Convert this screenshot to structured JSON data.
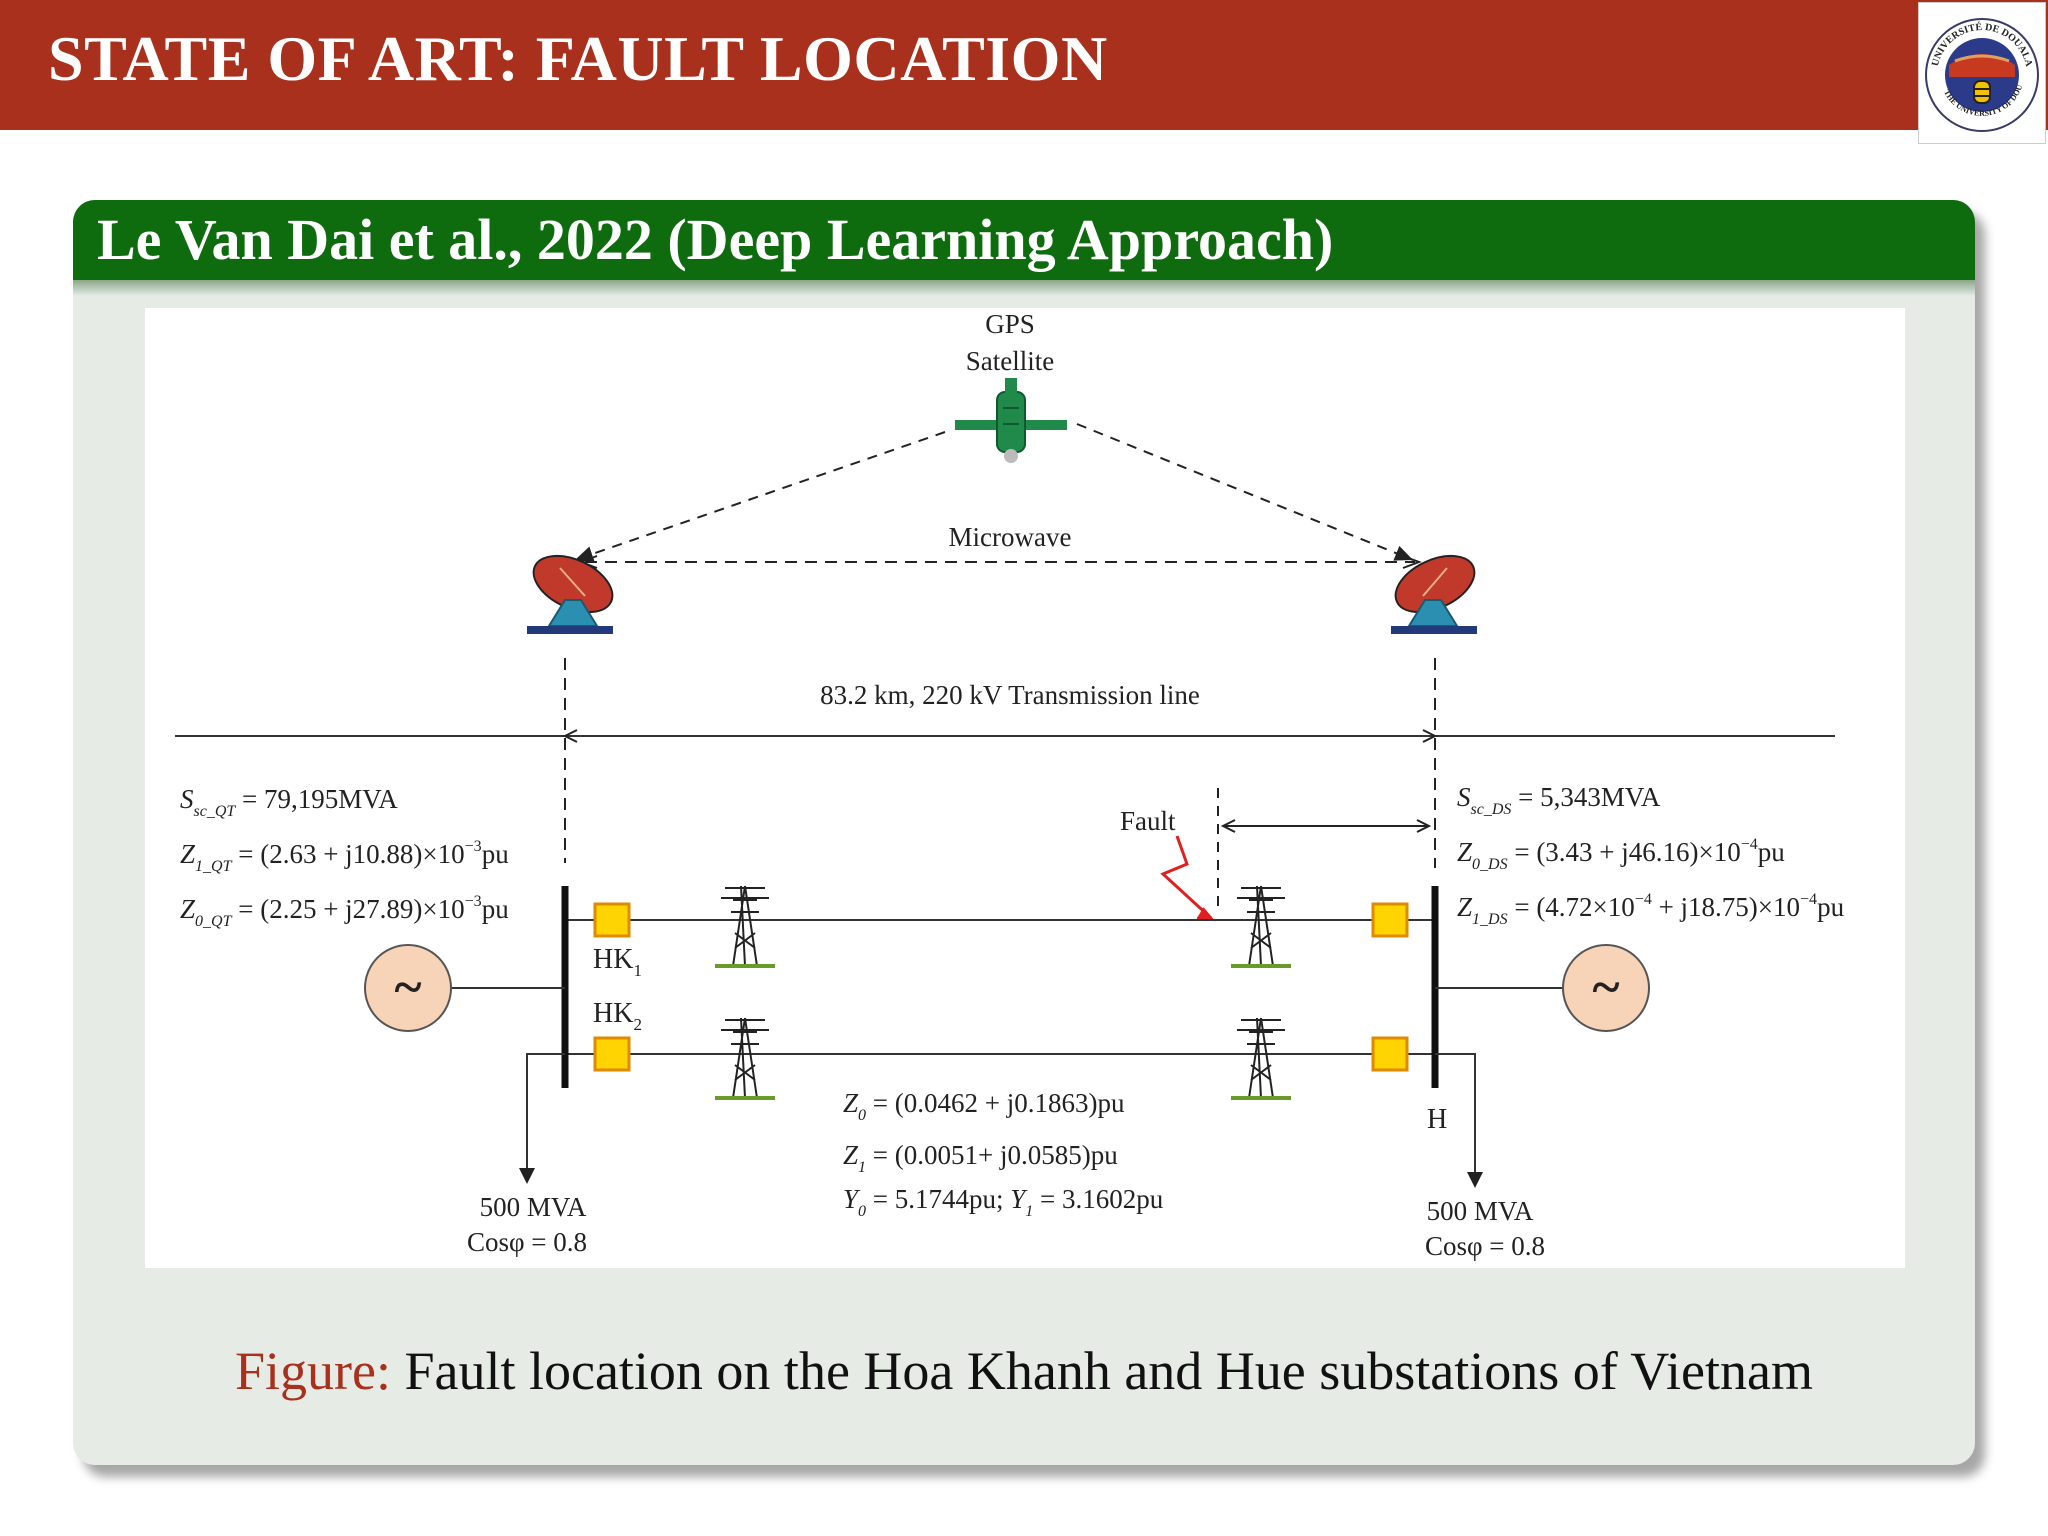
{
  "slide": {
    "title": "STATE OF ART: FAULT LOCATION",
    "logo_text_top": "UNIVERSITÉ DE DOUALA",
    "logo_text_bottom": "THE UNIVERSITY OF DOUALA"
  },
  "block": {
    "title": "Le Van Dai et al., 2022 (Deep Learning Approach)"
  },
  "diagram": {
    "gps": "GPS",
    "satellite": "Satellite",
    "microwave": "Microwave",
    "line_label": "83.2 km, 220 kV Transmission line",
    "fault": "Fault",
    "left": {
      "ssc": "S",
      "ssc_sub": "sc_QT",
      "ssc_val": " = 79,195MVA",
      "z1": "Z",
      "z1_sub": "1_QT",
      "z1_val": " = (2.63 + j10.88)×10",
      "z1_exp": "−3",
      "z1_unit": "pu",
      "z0": "Z",
      "z0_sub": "0_QT",
      "z0_val": " = (2.25 + j27.89)×10",
      "z0_exp": "−3",
      "z0_unit": "pu"
    },
    "right": {
      "ssc": "S",
      "ssc_sub": "sc_DS",
      "ssc_val": " = 5,343MVA",
      "z0": "Z",
      "z0_sub": "0_DS",
      "z0_val": " = (3.43 + j46.16)×10",
      "z0_exp": "−4",
      "z0_unit": "pu",
      "z1": "Z",
      "z1_sub": "1_DS",
      "z1_val_a": " = (4.72×10",
      "z1_exp_a": "−4",
      "z1_val_b": " + j18.75)×10",
      "z1_exp_b": "−4",
      "z1_unit": "pu"
    },
    "hk1": "HK",
    "hk1_sub": "1",
    "hk2": "HK",
    "hk2_sub": "2",
    "h": "H",
    "line_params": {
      "z0": "Z",
      "z0_sub": "0",
      "z0_val": " = (0.0462 + j0.1863)pu",
      "z1": "Z",
      "z1_sub": "1",
      "z1_val": " = (0.0051+ j0.0585)pu",
      "y0": "Y",
      "y0_sub": "0",
      "y_val_a": " = 5.1744pu; ",
      "y1": "Y",
      "y1_sub": "1",
      "y_val_b": " = 3.1602pu"
    },
    "load_left": {
      "mva": "500 MVA",
      "cos": "Cosφ = 0.8"
    },
    "load_right": {
      "mva": "500 MVA",
      "cos": "Cosφ = 0.8"
    },
    "source_symbol": "~"
  },
  "caption": {
    "label": "Figure:",
    "text": " Fault location on the Hoa Khanh and Hue substations of Vietnam"
  },
  "colors": {
    "header": "#a8301c",
    "block_head": "#0e6b0e",
    "block_bg": "#e6ebe6",
    "breaker": "#ffd400",
    "source_fill": "#f7d3b8",
    "fault": "#e02020"
  }
}
